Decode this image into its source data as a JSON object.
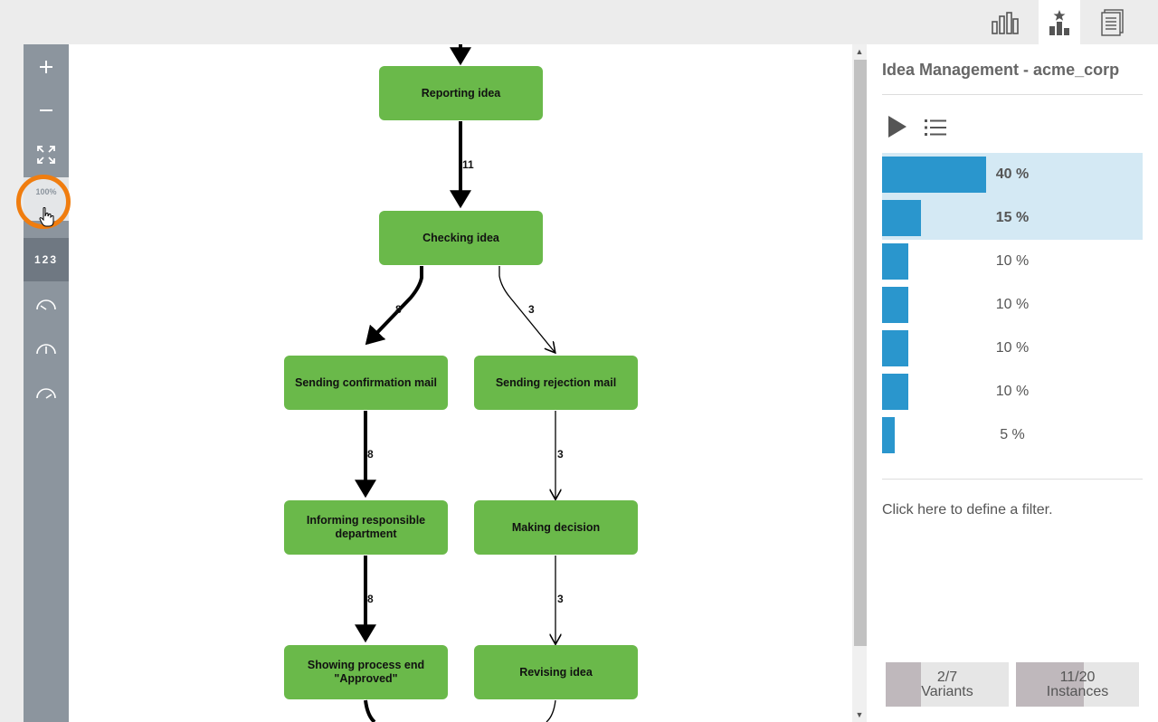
{
  "top_tabs": [
    {
      "name": "bar-chart",
      "icon": "bar-chart-icon"
    },
    {
      "name": "starred-chart",
      "icon": "star-chart-icon",
      "active": true
    },
    {
      "name": "document",
      "icon": "document-icon"
    }
  ],
  "toolbar": {
    "zoom_in_icon": "plus-icon",
    "zoom_out_icon": "minus-icon",
    "fit_icon": "fullscreen-icon",
    "zoom_100_label": "100%",
    "numbers_label": "123",
    "gauge_icons": [
      "gauge-low-icon",
      "gauge-mid-icon",
      "gauge-high-icon"
    ]
  },
  "process": {
    "nodes": {
      "reporting_idea": "Reporting idea",
      "checking_idea": "Checking idea",
      "sending_confirmation": "Sending confirmation mail",
      "sending_rejection": "Sending rejection mail",
      "informing_department": "Informing responsible department",
      "making_decision": "Making decision",
      "showing_end_approved": "Showing process end \"Approved\"",
      "revising_idea": "Revising idea"
    },
    "edges": {
      "report_to_check": "11",
      "check_to_confirm": "8",
      "check_to_reject": "3",
      "confirm_to_inform": "8",
      "reject_to_decision": "3",
      "inform_to_end": "8",
      "decision_to_revise": "3"
    }
  },
  "panel": {
    "title": "Idea Management - acme_corp",
    "play_icon": "play-icon",
    "list_icon": "list-icon",
    "variants": [
      {
        "pct": "40 %",
        "value": 40,
        "selected": true
      },
      {
        "pct": "15 %",
        "value": 15,
        "selected": true
      },
      {
        "pct": "10 %",
        "value": 10,
        "selected": false
      },
      {
        "pct": "10 %",
        "value": 10,
        "selected": false
      },
      {
        "pct": "10 %",
        "value": 10,
        "selected": false
      },
      {
        "pct": "10 %",
        "value": 10,
        "selected": false
      },
      {
        "pct": "5 %",
        "value": 5,
        "selected": false
      }
    ],
    "filter_text": "Click here to define a filter.",
    "stats": {
      "variants_count": "2/7",
      "variants_label": "Variants",
      "variants_fraction": 0.2857,
      "instances_count": "11/20",
      "instances_label": "Instances",
      "instances_fraction": 0.55
    }
  }
}
